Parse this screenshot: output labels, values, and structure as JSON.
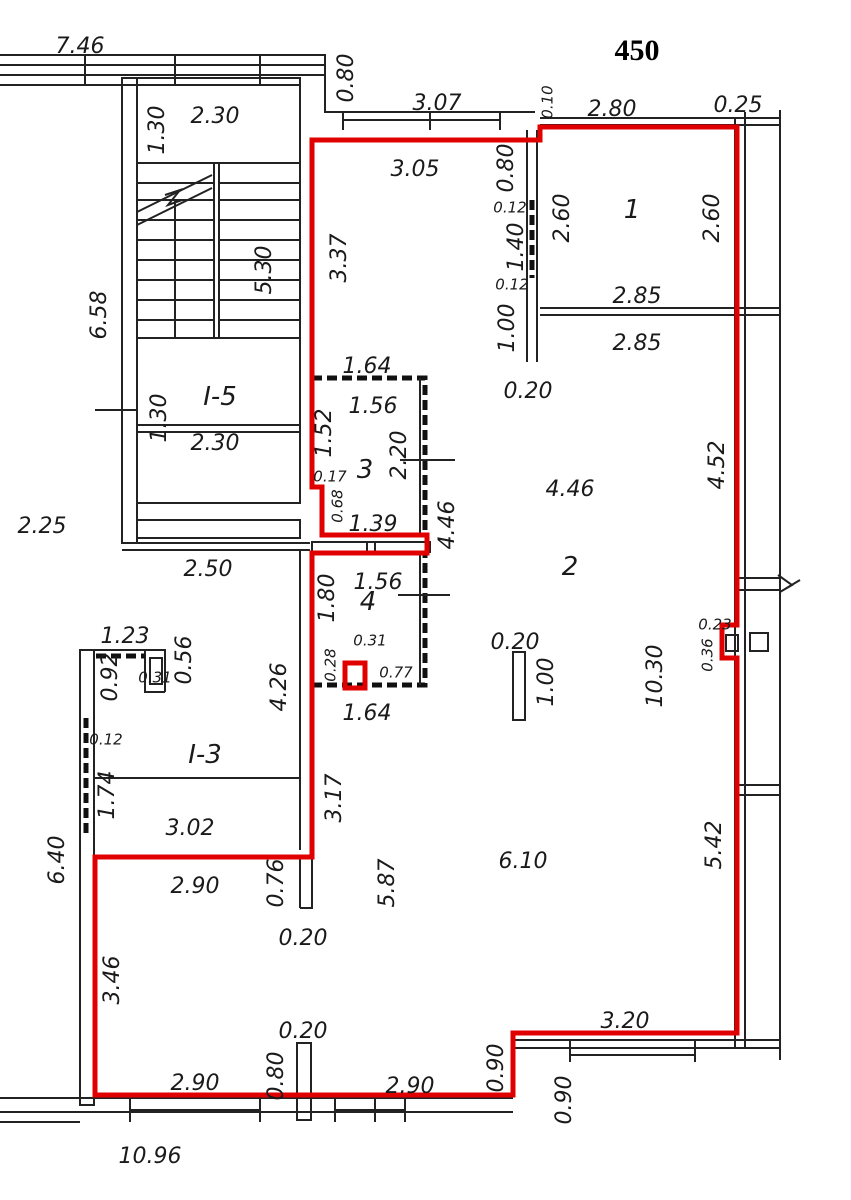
{
  "title": "450",
  "colors": {
    "outline": "#e00000",
    "walls": "#222222"
  },
  "rooms": [
    "1",
    "2",
    "3",
    "4",
    "I-5",
    "I-3"
  ],
  "dims": [
    "7.46",
    "0.80",
    "3.07",
    "0.10",
    "2.80",
    "0.25",
    "2.30",
    "1.30",
    "3.05",
    "0.80",
    "2.60",
    "2.60",
    "0.12",
    "1.40",
    "0.12",
    "5.30",
    "3.37",
    "2.85",
    "2.85",
    "6.58",
    "1.00",
    "0.20",
    "1.64",
    "1.30",
    "2.30",
    "1.56",
    "1.52",
    "2.20",
    "0.17",
    "4.46",
    "4.52",
    "0.68",
    "1.39",
    "2.25",
    "4.46",
    "2.50",
    "1.56",
    "1.80",
    "1.23",
    "0.56",
    "0.92",
    "4.26",
    "0.31",
    "0.28",
    "0.77",
    "0.20",
    "1.00",
    "10.30",
    "0.23",
    "0.36",
    "0.31",
    "1.64",
    "0.12",
    "1.74",
    "3.17",
    "3.02",
    "5.42",
    "6.10",
    "6.40",
    "2.90",
    "0.76",
    "5.87",
    "0.20",
    "3.46",
    "0.20",
    "3.20",
    "0.80",
    "0.90",
    "2.90",
    "2.90",
    "0.90",
    "10.96"
  ]
}
